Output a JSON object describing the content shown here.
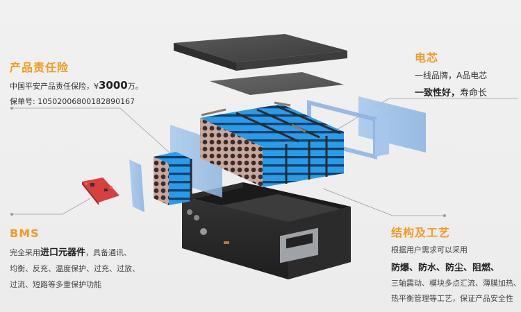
{
  "colors": {
    "accent": "#f39a1f",
    "cell_blue": "#1f8fd8",
    "film_blue": "#9ec2e8",
    "case_dark": "#2b2b2b",
    "background": "#eeeeee"
  },
  "panels": {
    "liability": {
      "title": "产品责任险",
      "line1_prefix": "中国平安产品责任保险，¥",
      "line1_amount": "3000",
      "line1_suffix": "万。",
      "line2": "保单号: 10502006800182890167"
    },
    "cell": {
      "title": "电芯",
      "line1": "一线品牌，A品电芯",
      "line2_bold": "一致性好，",
      "line2_rest": "寿命长"
    },
    "bms": {
      "title": "BMS",
      "line1_prefix": "完全采用",
      "line1_bold": "进口元器件",
      "line1_suffix": "，具备通讯、",
      "line2": "均衡、反充、温度保护、过充、过放、",
      "line3": "过流、短路等多重保护功能"
    },
    "structure": {
      "title": "结构及工艺",
      "line1": "根据用户需求可以采用",
      "line2": "防爆、防水、防尘、阻燃、",
      "line3": "三轴震动、模块多点汇流、薄膜加热、",
      "line4": "热平衡管理等工艺，保证产品安全性"
    }
  },
  "components": [
    {
      "id": "top-lid",
      "label": "lid"
    },
    {
      "id": "insulation-sheet",
      "label": "sheet"
    },
    {
      "id": "battery-module-large",
      "label": "cells"
    },
    {
      "id": "battery-module-small",
      "label": "cells"
    },
    {
      "id": "insulation-film-left",
      "label": "film"
    },
    {
      "id": "insulation-film-right",
      "label": "film"
    },
    {
      "id": "bms-board",
      "label": "BMS"
    },
    {
      "id": "battery-case",
      "label": "case"
    }
  ]
}
